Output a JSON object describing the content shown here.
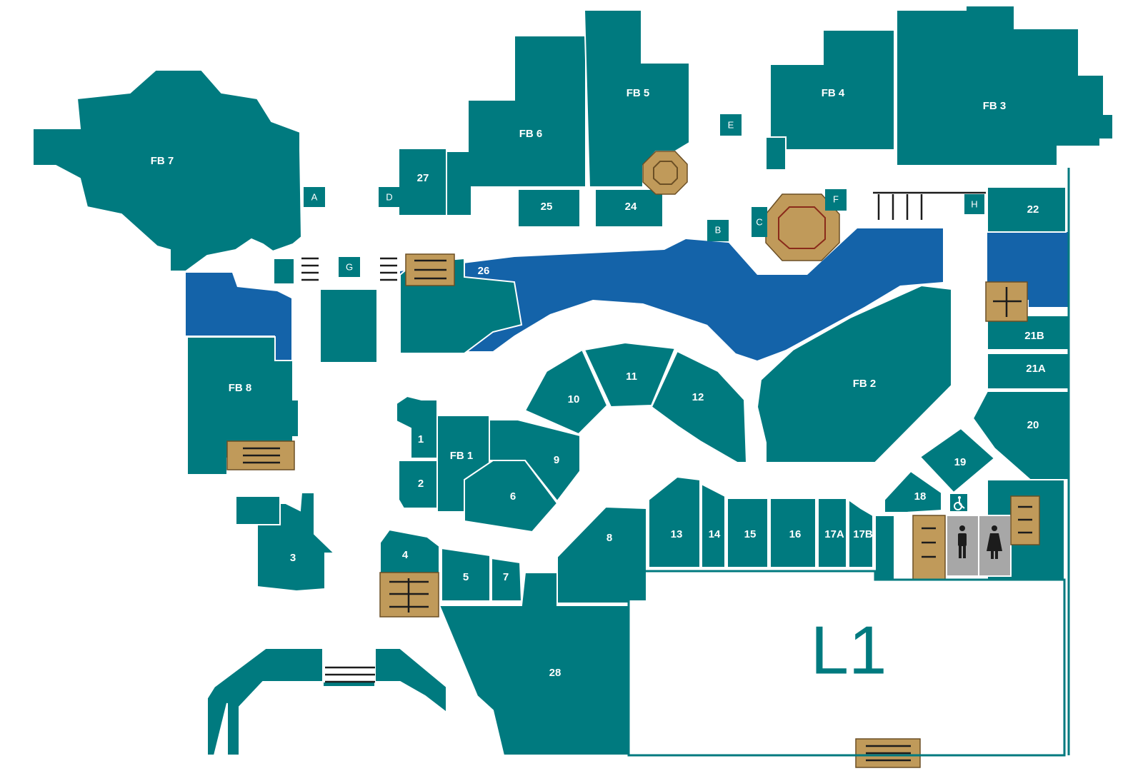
{
  "level_label": "L1",
  "colors": {
    "unit": "#007a7f",
    "water": "#1463a9",
    "stairs": "#c09a5a",
    "restroom": "#a7a7a7",
    "background": "#ffffff"
  },
  "units": {
    "fb7": "FB 7",
    "fb6": "FB 6",
    "fb5": "FB 5",
    "fb4": "FB 4",
    "fb3": "FB 3",
    "fb2": "FB 2",
    "fb1": "FB 1",
    "fb8": "FB 8",
    "u1": "1",
    "u2": "2",
    "u3": "3",
    "u4": "4",
    "u5": "5",
    "u6": "6",
    "u7": "7",
    "u8": "8",
    "u9": "9",
    "u10": "10",
    "u11": "11",
    "u12": "12",
    "u13": "13",
    "u14": "14",
    "u15": "15",
    "u16": "16",
    "u17a": "17A",
    "u17b": "17B",
    "u18": "18",
    "u19": "19",
    "u20": "20",
    "u21a": "21A",
    "u21b": "21B",
    "u22": "22",
    "u24": "24",
    "u25": "25",
    "u26": "26",
    "u27": "27",
    "u28": "28"
  },
  "kiosks": {
    "a": "A",
    "b": "B",
    "c": "C",
    "d": "D",
    "e": "E",
    "f": "F",
    "g": "G",
    "h": "H"
  },
  "icons": [
    "wheelchair-icon",
    "mens-restroom-icon",
    "womens-restroom-icon",
    "staircase-icon"
  ]
}
